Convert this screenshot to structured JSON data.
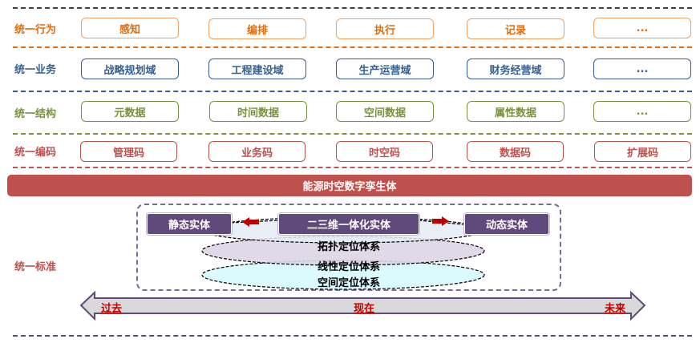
{
  "colors": {
    "behavior": "#e46c0a",
    "business": "#376092",
    "structure": "#77933c",
    "coding": "#c0504d",
    "standard": "#c0504d",
    "banner": "#c0504d",
    "entity": "#604a7b",
    "timeline_text": "#c00000",
    "frame": "#604a7b"
  },
  "rows": [
    {
      "label": "统一行为",
      "items": [
        "感知",
        "编排",
        "执行",
        "记录",
        "..."
      ]
    },
    {
      "label": "统一业务",
      "items": [
        "战略规划域",
        "工程建设域",
        "生产运营域",
        "财务经营域",
        "..."
      ]
    },
    {
      "label": "统一结构",
      "items": [
        "元数据",
        "时间数据",
        "空间数据",
        "属性数据",
        "..."
      ]
    },
    {
      "label": "统一编码",
      "items": [
        "管理码",
        "业务码",
        "时空码",
        "数据码",
        "扩展码"
      ]
    }
  ],
  "banner": "能源时空数字孪生体",
  "standard": {
    "label": "统一标准",
    "entities": [
      "静态实体",
      "二三维一体化实体",
      "动态实体"
    ],
    "layers": [
      "拓扑定位体系",
      "线性定位体系",
      "空间定位体系"
    ]
  },
  "timeline": {
    "past": "过去",
    "present": "现在",
    "future": "未来"
  }
}
